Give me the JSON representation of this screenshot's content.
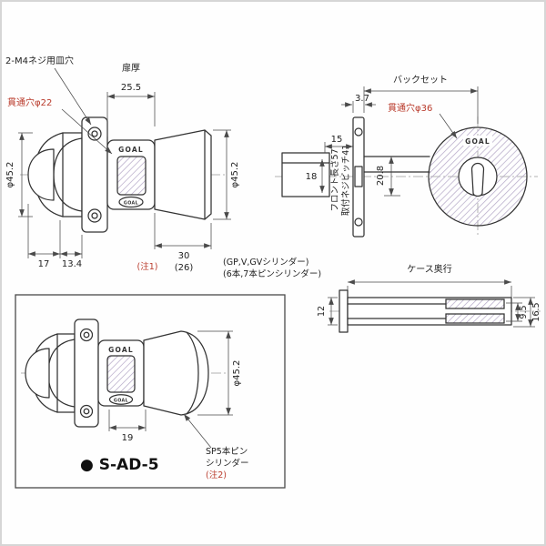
{
  "colors": {
    "line": "#333333",
    "dim": "#4a4a4a",
    "red": "#b93a2b",
    "hatch": "#b3a6c6"
  },
  "views": {
    "top_left": {
      "label_screw_hole": "2-M4ネジ用皿穴",
      "label_door_thickness": "扉厚",
      "dim_25_5": "25.5",
      "label_through_22": "貫通穴φ22",
      "dim_dia_left": "φ45.2",
      "dim_dia_right": "φ45.2",
      "dim_17": "17",
      "dim_13_4": "13.4",
      "dim_30": "30",
      "dim_26": "(26)",
      "note1": "(注1)",
      "cyl_note_1": "(GP,V,GVシリンダー)",
      "cyl_note_2": "(6本,7本ピンシリンダー)",
      "brand": "GOAL"
    },
    "top_right": {
      "label_backset": "バックセット",
      "dim_3_7": "3.7",
      "label_through_36": "貫通穴φ36",
      "dim_15": "15",
      "dim_18": "18",
      "dim_20_8": "20.8",
      "label_front_length": "フロント長さ57",
      "label_screw_pitch": "取付ネジピッチ41",
      "brand": "GOAL"
    },
    "case_depth": {
      "label": "ケース奥行",
      "dim_12": "12",
      "dim_9_5": "9.5",
      "dim_16_5": "16.5"
    },
    "bottom": {
      "dim_dia": "φ45.2",
      "dim_19": "19",
      "label_sp5_line1": "SP5本ピン",
      "label_sp5_line2": "シリンダー",
      "note2": "(注2)",
      "model": "● S-AD-5",
      "brand": "GOAL"
    }
  }
}
